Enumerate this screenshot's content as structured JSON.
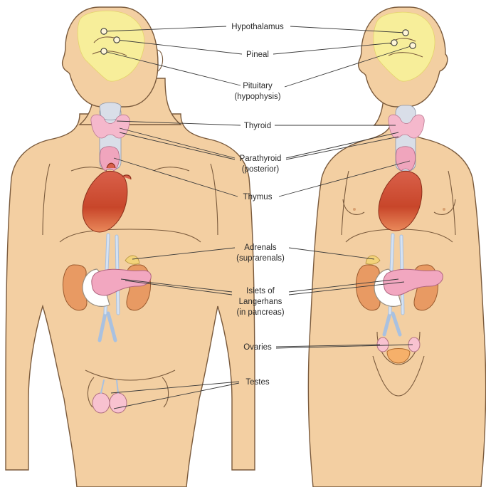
{
  "labels": {
    "hypothalamus": "Hypothalamus",
    "pineal": "Pineal",
    "pituitary_1": "Pituitary",
    "pituitary_2": "(hypophysis)",
    "thyroid": "Thyroid",
    "parathyroid_1": "Parathyroid",
    "parathyroid_2": "(posterior)",
    "thymus": "Thymus",
    "adrenals_1": "Adrenals",
    "adrenals_2": "(suprarenals)",
    "islets_1": "Islets of",
    "islets_2": "Langerhans",
    "islets_3": "(in pancreas)",
    "ovaries": "Ovaries",
    "testes": "Testes"
  },
  "colors": {
    "skin": "#f3cfa2",
    "outline": "#7a5a3c",
    "brain": "#f7ee9a",
    "heart": "#c8502c",
    "kidney": "#e89a63",
    "pancreas": "#f2a7c0",
    "thyroid": "#f5b8cc"
  },
  "figures": [
    "male-figure",
    "female-figure"
  ]
}
